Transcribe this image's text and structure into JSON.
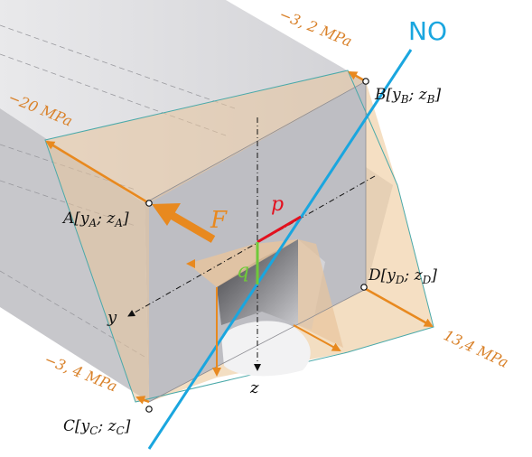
{
  "labels": {
    "neutral_axis": "NO",
    "force": "F",
    "p": "p",
    "q": "q",
    "y_axis": "y",
    "z_axis": "z"
  },
  "points": {
    "A": {
      "name": "A",
      "coords": "[y",
      "sub1": "A",
      "sep": "; z",
      "sub2": "A",
      "end": "]"
    },
    "B": {
      "name": "B",
      "coords": "[y",
      "sub1": "B",
      "sep": "; z",
      "sub2": "B",
      "end": "]"
    },
    "C": {
      "name": "C",
      "coords": "[y",
      "sub1": "C",
      "sep": "; z",
      "sub2": "C",
      "end": "]"
    },
    "D": {
      "name": "D",
      "coords": "[y",
      "sub1": "D",
      "sep": "; z",
      "sub2": "D",
      "end": "]"
    }
  },
  "stresses": {
    "A": "−20 MPa",
    "B": "−3, 2 MPa",
    "C": "−3, 4 MPa",
    "D": "13,4 MPa"
  },
  "colors": {
    "beam_front": "#c9c9cd",
    "beam_top": "#dcdcdf",
    "beam_side": "#b9b9be",
    "stress_fill": "#e8c49c",
    "stress_arrow": "#e8891f",
    "stress_text": "#d9822b",
    "neutral_axis": "#1aa6df",
    "p_color": "#e3101e",
    "q_color": "#6fc93a",
    "outline": "#4aa9a9"
  }
}
